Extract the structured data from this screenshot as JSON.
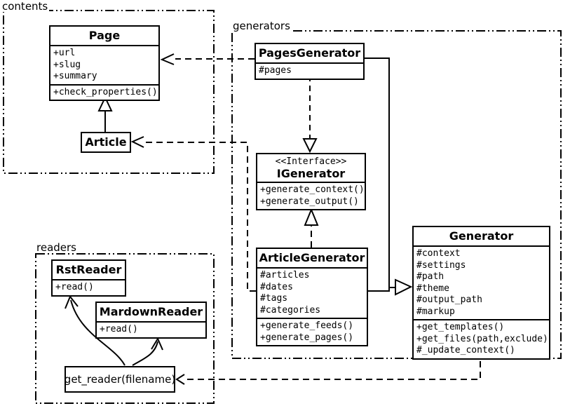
{
  "diagram": {
    "colors": {
      "line": "#000000",
      "background": "#ffffff"
    },
    "packages": {
      "contents": {
        "label": "contents"
      },
      "generators": {
        "label": "generators"
      },
      "readers": {
        "label": "readers"
      }
    },
    "classes": {
      "page": {
        "name": "Page",
        "attributes": [
          "+url",
          "+slug",
          "+summary"
        ],
        "methods": [
          "+check_properties()"
        ]
      },
      "article": {
        "name": "Article"
      },
      "pagesGenerator": {
        "name": "PagesGenerator",
        "attributes": [
          "#pages"
        ]
      },
      "iGenerator": {
        "stereotype": "<<Interface>>",
        "name": "IGenerator",
        "methods": [
          "+generate_context()",
          "+generate_output()"
        ]
      },
      "articleGenerator": {
        "name": "ArticleGenerator",
        "attributes": [
          "#articles",
          "#dates",
          "#tags",
          "#categories"
        ],
        "methods": [
          "+generate_feeds()",
          "+generate_pages()"
        ]
      },
      "generator": {
        "name": "Generator",
        "attributes": [
          "#context",
          "#settings",
          "#path",
          "#theme",
          "#output_path",
          "#markup"
        ],
        "methods": [
          "+get_templates()",
          "+get_files(path,exclude)",
          "#_update_context()"
        ]
      },
      "rstReader": {
        "name": "RstReader",
        "methods": [
          "+read()"
        ]
      },
      "mardownReader": {
        "name": "MardownReader",
        "methods": [
          "+read()"
        ]
      },
      "getReader": {
        "label": "get_reader(filename)"
      }
    },
    "relationships": [
      {
        "from": "Article",
        "to": "Page",
        "type": "generalization"
      },
      {
        "from": "PagesGenerator",
        "to": "IGenerator",
        "type": "realization"
      },
      {
        "from": "ArticleGenerator",
        "to": "IGenerator",
        "type": "realization"
      },
      {
        "from": "PagesGenerator",
        "to": "Generator",
        "type": "generalization"
      },
      {
        "from": "ArticleGenerator",
        "to": "Generator",
        "type": "generalization"
      },
      {
        "from": "PagesGenerator",
        "to": "Page",
        "type": "dependency"
      },
      {
        "from": "ArticleGenerator",
        "to": "Article",
        "type": "dependency"
      },
      {
        "from": "Generator",
        "to": "get_reader(filename)",
        "type": "dependency"
      },
      {
        "from": "get_reader(filename)",
        "to": "RstReader",
        "type": "call"
      },
      {
        "from": "get_reader(filename)",
        "to": "MardownReader",
        "type": "call"
      }
    ]
  }
}
